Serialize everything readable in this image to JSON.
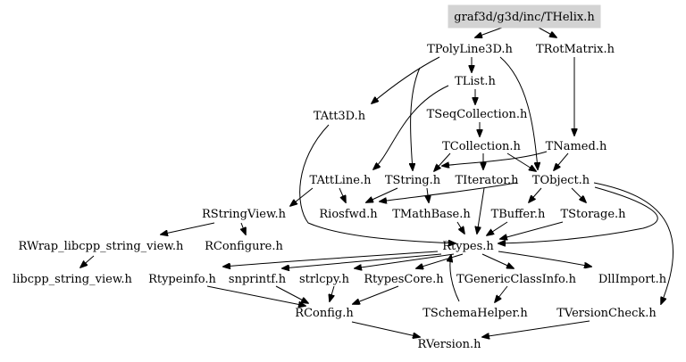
{
  "graph": {
    "highlight_color": "#d3d3d3",
    "nodes": {
      "thelix": "graf3d/g3d/inc/THelix.h",
      "tpolyline3d": "TPolyLine3D.h",
      "trotmatrix": "TRotMatrix.h",
      "tlist": "TList.h",
      "tatt3d": "TAtt3D.h",
      "tseqcollection": "TSeqCollection.h",
      "tcollection": "TCollection.h",
      "tnamed": "TNamed.h",
      "tattline": "TAttLine.h",
      "tstring": "TString.h",
      "titerator": "TIterator.h",
      "tobject": "TObject.h",
      "rstringview": "RStringView.h",
      "riosfwd": "Riosfwd.h",
      "tmathbase": "TMathBase.h",
      "tbuffer": "TBuffer.h",
      "tstorage": "TStorage.h",
      "rwrap": "RWrap_libcpp_string_view.h",
      "rconfigure": "RConfigure.h",
      "rtypes": "Rtypes.h",
      "libcpp": "libcpp_string_view.h",
      "rtypeinfo": "Rtypeinfo.h",
      "snprintf": "snprintf.h",
      "strlcpy": "strlcpy.h",
      "rtypescore": "RtypesCore.h",
      "tgenericclassinfo": "TGenericClassInfo.h",
      "dllimport": "DllImport.h",
      "rconfig": "RConfig.h",
      "tschemahelper": "TSchemaHelper.h",
      "tversioncheck": "TVersionCheck.h",
      "rversion": "RVersion.h"
    }
  }
}
